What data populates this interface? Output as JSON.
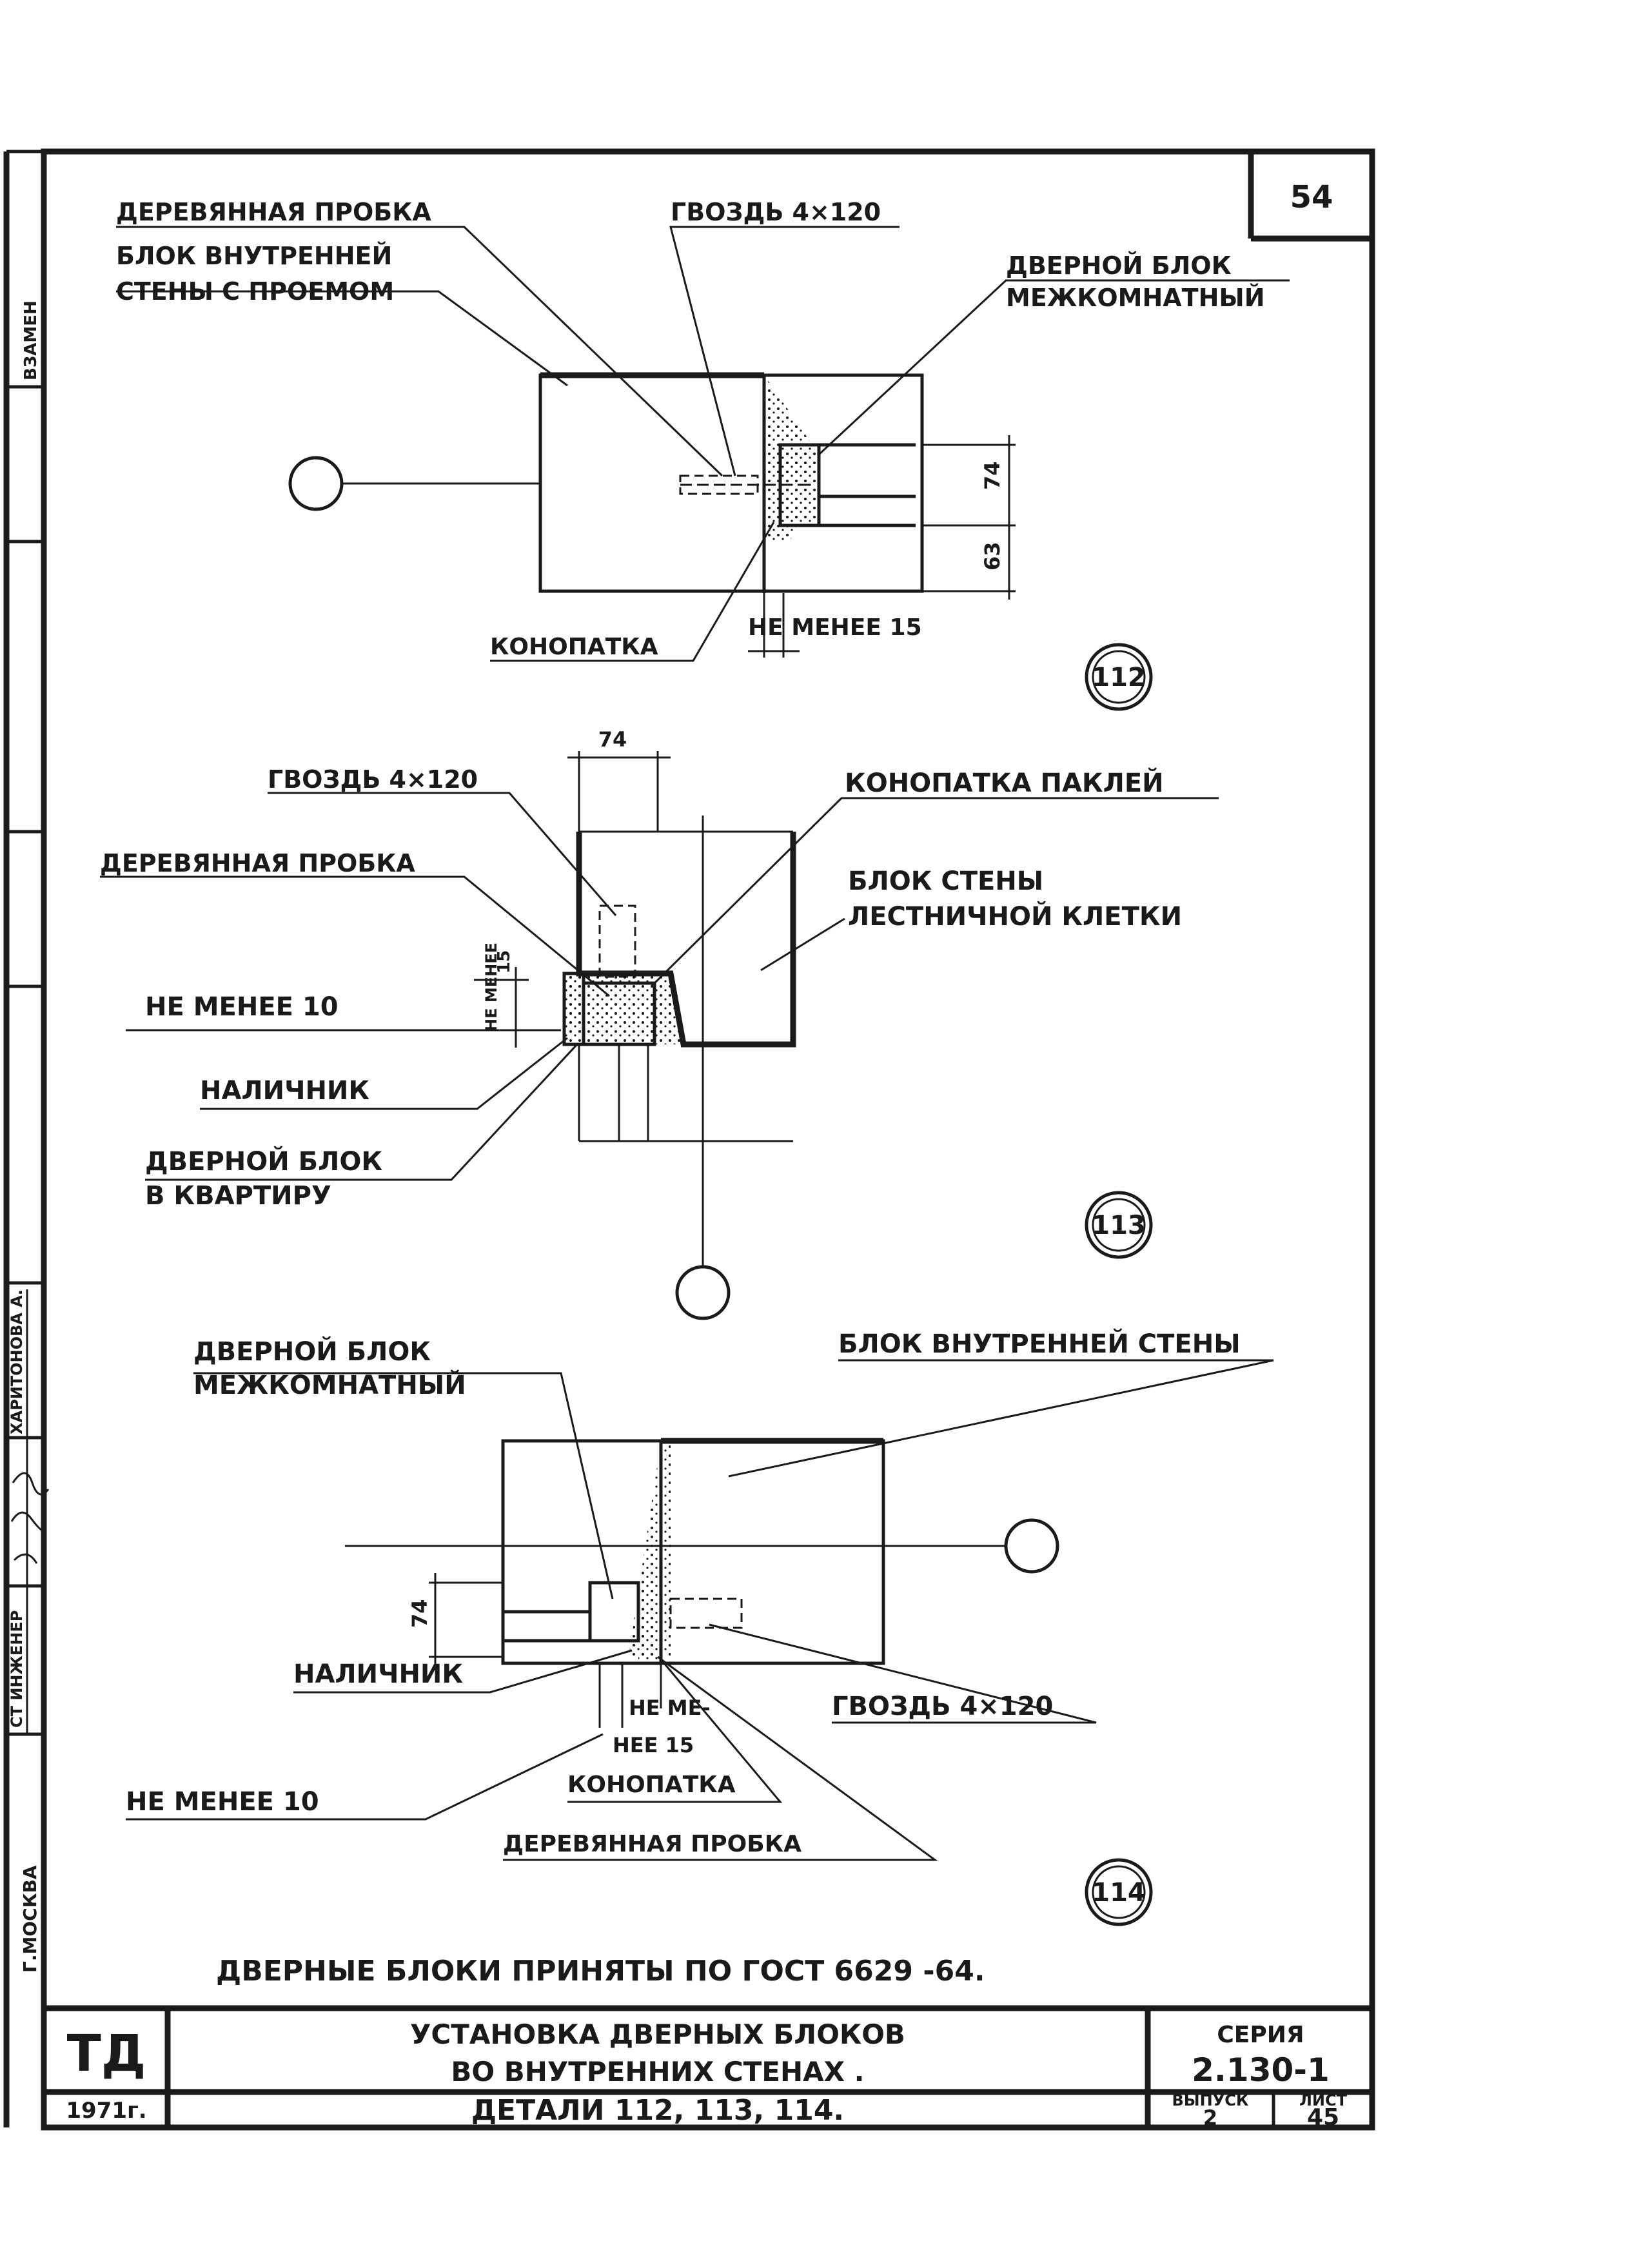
{
  "sheet": {
    "number": "54",
    "footnote": "ДВЕРНЫЕ БЛОКИ ПРИНЯТЫ ПО ГОСТ  6629 -64."
  },
  "side_stamp": {
    "vzamen": "ВЗАМЕН",
    "kharitonova": "ХАРИТОНОВА А.",
    "st_inzhener": "СТ ИНЖЕНЕР",
    "moskva": "Г.МОСКВА"
  },
  "detail_112": {
    "id": "112",
    "labels": {
      "wood_plug": "ДЕРЕВЯННАЯ ПРОБКА",
      "nail": "ГВОЗДЬ 4×120",
      "wall_block_1": "БЛОК ВНУТРЕННЕЙ",
      "wall_block_2": "СТЕНЫ С ПРОЕМОМ",
      "door_block_1": "ДВЕРНОЙ БЛОК",
      "door_block_2": "МЕЖКОМНАТНЫЙ",
      "caulk": "КОНОПАТКА",
      "min_gap": "НЕ  МЕНЕЕ 15"
    },
    "dims": {
      "d1": "74",
      "d2": "63"
    }
  },
  "detail_113": {
    "id": "113",
    "labels": {
      "nail": "ГВОЗДЬ 4×120",
      "caulk": "КОНОПАТКА  ПАКЛЕЙ",
      "wood_plug": "ДЕРЕВЯННАЯ ПРОБКА",
      "wall_block_1": "БЛОК  СТЕНЫ",
      "wall_block_2": "ЛЕСТНИЧНОЙ  КЛЕТКИ",
      "min_10": "НЕ  МЕНЕЕ  10",
      "trim": "НАЛИЧНИК",
      "door_block_1": "ДВЕРНОЙ  БЛОК",
      "door_block_2": "В  КВАРТИРУ",
      "min_15_vert": "НЕ МЕНЕЕ"
    },
    "dims": {
      "d1": "74",
      "d2": "15"
    }
  },
  "detail_114": {
    "id": "114",
    "labels": {
      "door_block_1": "ДВЕРНОЙ  БЛОК",
      "door_block_2": "МЕЖКОМНАТНЫЙ",
      "wall_block": "БЛОК ВНУТРЕННЕЙ  СТЕНЫ",
      "trim": "НАЛИЧНИК",
      "nail": "ГВОЗДЬ  4×120",
      "min_10": "НЕ  МЕНЕЕ  10",
      "min_15_a": "НЕ МЕ-",
      "min_15_b": "НЕЕ 15",
      "caulk": "КОНОПАТКА",
      "wood_plug": "ДЕРЕВЯННАЯ  ПРОБКА"
    },
    "dims": {
      "d1": "74"
    }
  },
  "title_block": {
    "org": "ТД",
    "year": "1971г.",
    "title_1": "УСТАНОВКА  ДВЕРНЫХ  БЛОКОВ",
    "title_2": "ВО  ВНУТРЕННИХ  СТЕНАХ .",
    "subtitle": "ДЕТАЛИ  112, 113, 114.",
    "series_label": "СЕРИЯ",
    "series": "2.130-1",
    "issue_label": "ВЫПУСК",
    "issue": "2",
    "sheet_label": "ЛИСТ",
    "sheet": "45"
  }
}
